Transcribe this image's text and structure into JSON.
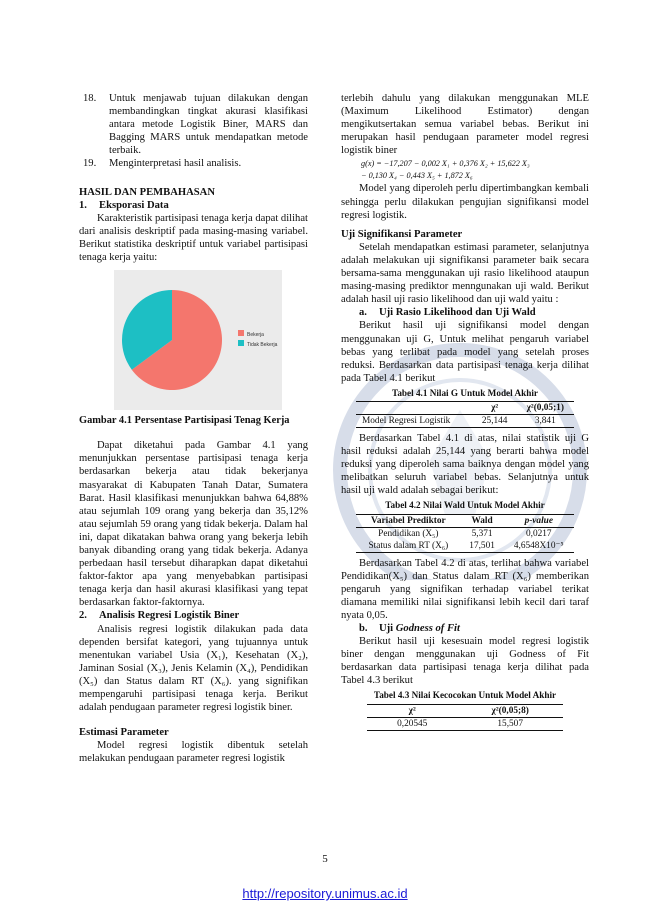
{
  "list_items": [
    {
      "num": "18.",
      "text": "Untuk menjawab tujuan dilakukan dengan membandingkan tingkat akurasi klasifikasi antara metode Logistik Biner, MARS dan Bagging MARS untuk mendapatkan metode terbaik."
    },
    {
      "num": "19.",
      "text": "Menginterpretasi hasil analisis."
    }
  ],
  "section_title": "HASIL DAN PEMBAHASAN",
  "sub1": {
    "num": "1.",
    "title": "Eksporasi Data"
  },
  "para1": "Karakteristik partisipasi tenaga kerja dapat dilihat dari analisis deskriptif pada masing-masing variabel. Berikut statistika deskriptif untuk variabel partisipasi tenaga kerja yaitu:",
  "chart_data": {
    "type": "pie",
    "categories": [
      "Bekerja",
      "Tidak Bekerja"
    ],
    "values": [
      64.88,
      35.12
    ],
    "colors": [
      "#f4766d",
      "#1dbfc4"
    ]
  },
  "figure_caption": "Gambar 4.1 Persentase Partisipasi Tenag Kerja",
  "para2": "Dapat diketahui pada Gambar 4.1 yang menunjukkan persentase partisipasi tenaga kerja berdasarkan bekerja atau tidak bekerjanya masyarakat di Kabupaten Tanah Datar, Sumatera Barat. Hasil klasifikasi menunjukkan bahwa 64,88% atau sejumlah 109 orang yang bekerja dan 35,12% atau sejumlah 59 orang yang tidak bekerja. Dalam hal ini, dapat dikatakan bahwa orang yang bekerja lebih banyak dibanding orang yang tidak bekerja. Adanya perbedaan hasil tersebut diharapkan dapat diketahui faktor-faktor apa yang menyebabkan partisipasi tenaga kerja dan hasil akurasi klasifikasi yang tepat berdasarkan faktor-faktornya.",
  "sub2": {
    "num": "2.",
    "title": "Analisis Regresi Logistik Biner"
  },
  "para3": "Analisis regresi logistik dilakukan pada data dependen bersifat kategori, yang tujuannya untuk menentukan variabel Usia (X₁), Kesehatan (X₂), Jaminan Sosial (X₃), Jenis Kelamin (X₄), Pendidikan (X₅) dan Status dalam RT (X₆). yang signifikan mempengaruhi partisipasi tenaga kerja. Berikut adalah pendugaan parameter regresi logistik biner.",
  "heading_estimasi": "Estimasi Parameter",
  "para4": "Model regresi logistik dibentuk setelah melakukan pendugaan parameter regresi logistik",
  "r_para1": "terlebih dahulu yang dilakukan menggunakan MLE (Maximum Likelihood Estimator) dengan mengikutsertakan semua variabel bebas. Berikut ini merupakan hasil pendugaan parameter model regresi logistik biner",
  "formula1": "g(x) = −17,207 − 0,002 X₁ + 0,376 X₂ + 15,622 X₃",
  "formula2": "− 0,130 X₄ − 0,443 X₅ + 1,872 X₆",
  "r_para2": "Model yang diperoleh perlu dipertimbangkan kembali sehingga perlu dilakukan pengujian signifikansi model regresi logistik.",
  "heading_uji": "Uji Signifikansi Parameter",
  "r_para3": "Setelah mendapatkan estimasi parameter, selanjutnya adalah melakukan uji signifikansi parameter baik secara bersama-sama menggunakan uji rasio likelihood ataupun masing-masing prediktor menngunakan uji wald. Berikut adalah hasil uji rasio likelihood dan uji wald yaitu :",
  "sub_a": {
    "num": "a.",
    "title": "Uji Rasio Likelihood dan Uji Wald"
  },
  "r_para4": "Berikut hasil uji signifikansi model dengan menggunakan uji G, Untuk melihat pengaruh variabel bebas yang terlibat pada model yang setelah proses reduksi. Berdasarkan data partisipasi tenaga kerja dilihat pada Tabel 4.1 berikut",
  "table1": {
    "caption": "Tabel 4.1 Nilai G Untuk Model Akhir",
    "headers": [
      "",
      "χ²",
      "χ²(0,05;1)"
    ],
    "rows": [
      [
        "Model Regresi Logistik",
        "25,144",
        "3,841"
      ]
    ]
  },
  "r_para5": "Berdasarkan Tabel 4.1 di atas, nilai statistik uji G hasil reduksi adalah 25,144 yang berarti bahwa model reduksi yang diperoleh sama baiknya dengan model yang melibatkan seluruh variabel bebas. Selanjutnya untuk hasil uji wald adalah sebagai berikut:",
  "table2": {
    "caption": "Tabel 4.2 Nilai Wald Untuk Model Akhir",
    "headers": [
      "Variabel Prediktor",
      "Wald",
      "p-value"
    ],
    "rows": [
      [
        "Pendidikan (X₅)",
        "5,371",
        "0,0217"
      ],
      [
        "Status dalam RT (X₆)",
        "17,501",
        "4,6548X10⁻⁵"
      ]
    ]
  },
  "r_para6": "Berdasarkan Tabel 4.2 di atas, terlihat bahwa variabel Pendidikan(X₅) dan Status dalam RT (X₆) memberikan pengaruh yang signifikan terhadap variabel terikat diamana memiliki nilai signifikansi lebih kecil dari taraf nyata 0,05.",
  "sub_b": {
    "num": "b.",
    "title_plain": "Uji ",
    "title_italic": "Godness of Fit"
  },
  "r_para7": "Berikut hasil uji kesesuain model regresi logistik biner dengan menggunakan uji Godness of Fit berdasarkan data partisipasi tenaga kerja dilihat pada Tabel 4.3 berikut",
  "table3": {
    "caption": "Tabel 4.3 Nilai Kecocokan Untuk Model Akhir",
    "headers": [
      "χ²",
      "χ²(0,05;8)"
    ],
    "rows": [
      [
        "0,20545",
        "15,507"
      ]
    ]
  },
  "page_number": "5",
  "footer_url": "http://repository.unimus.ac.id"
}
